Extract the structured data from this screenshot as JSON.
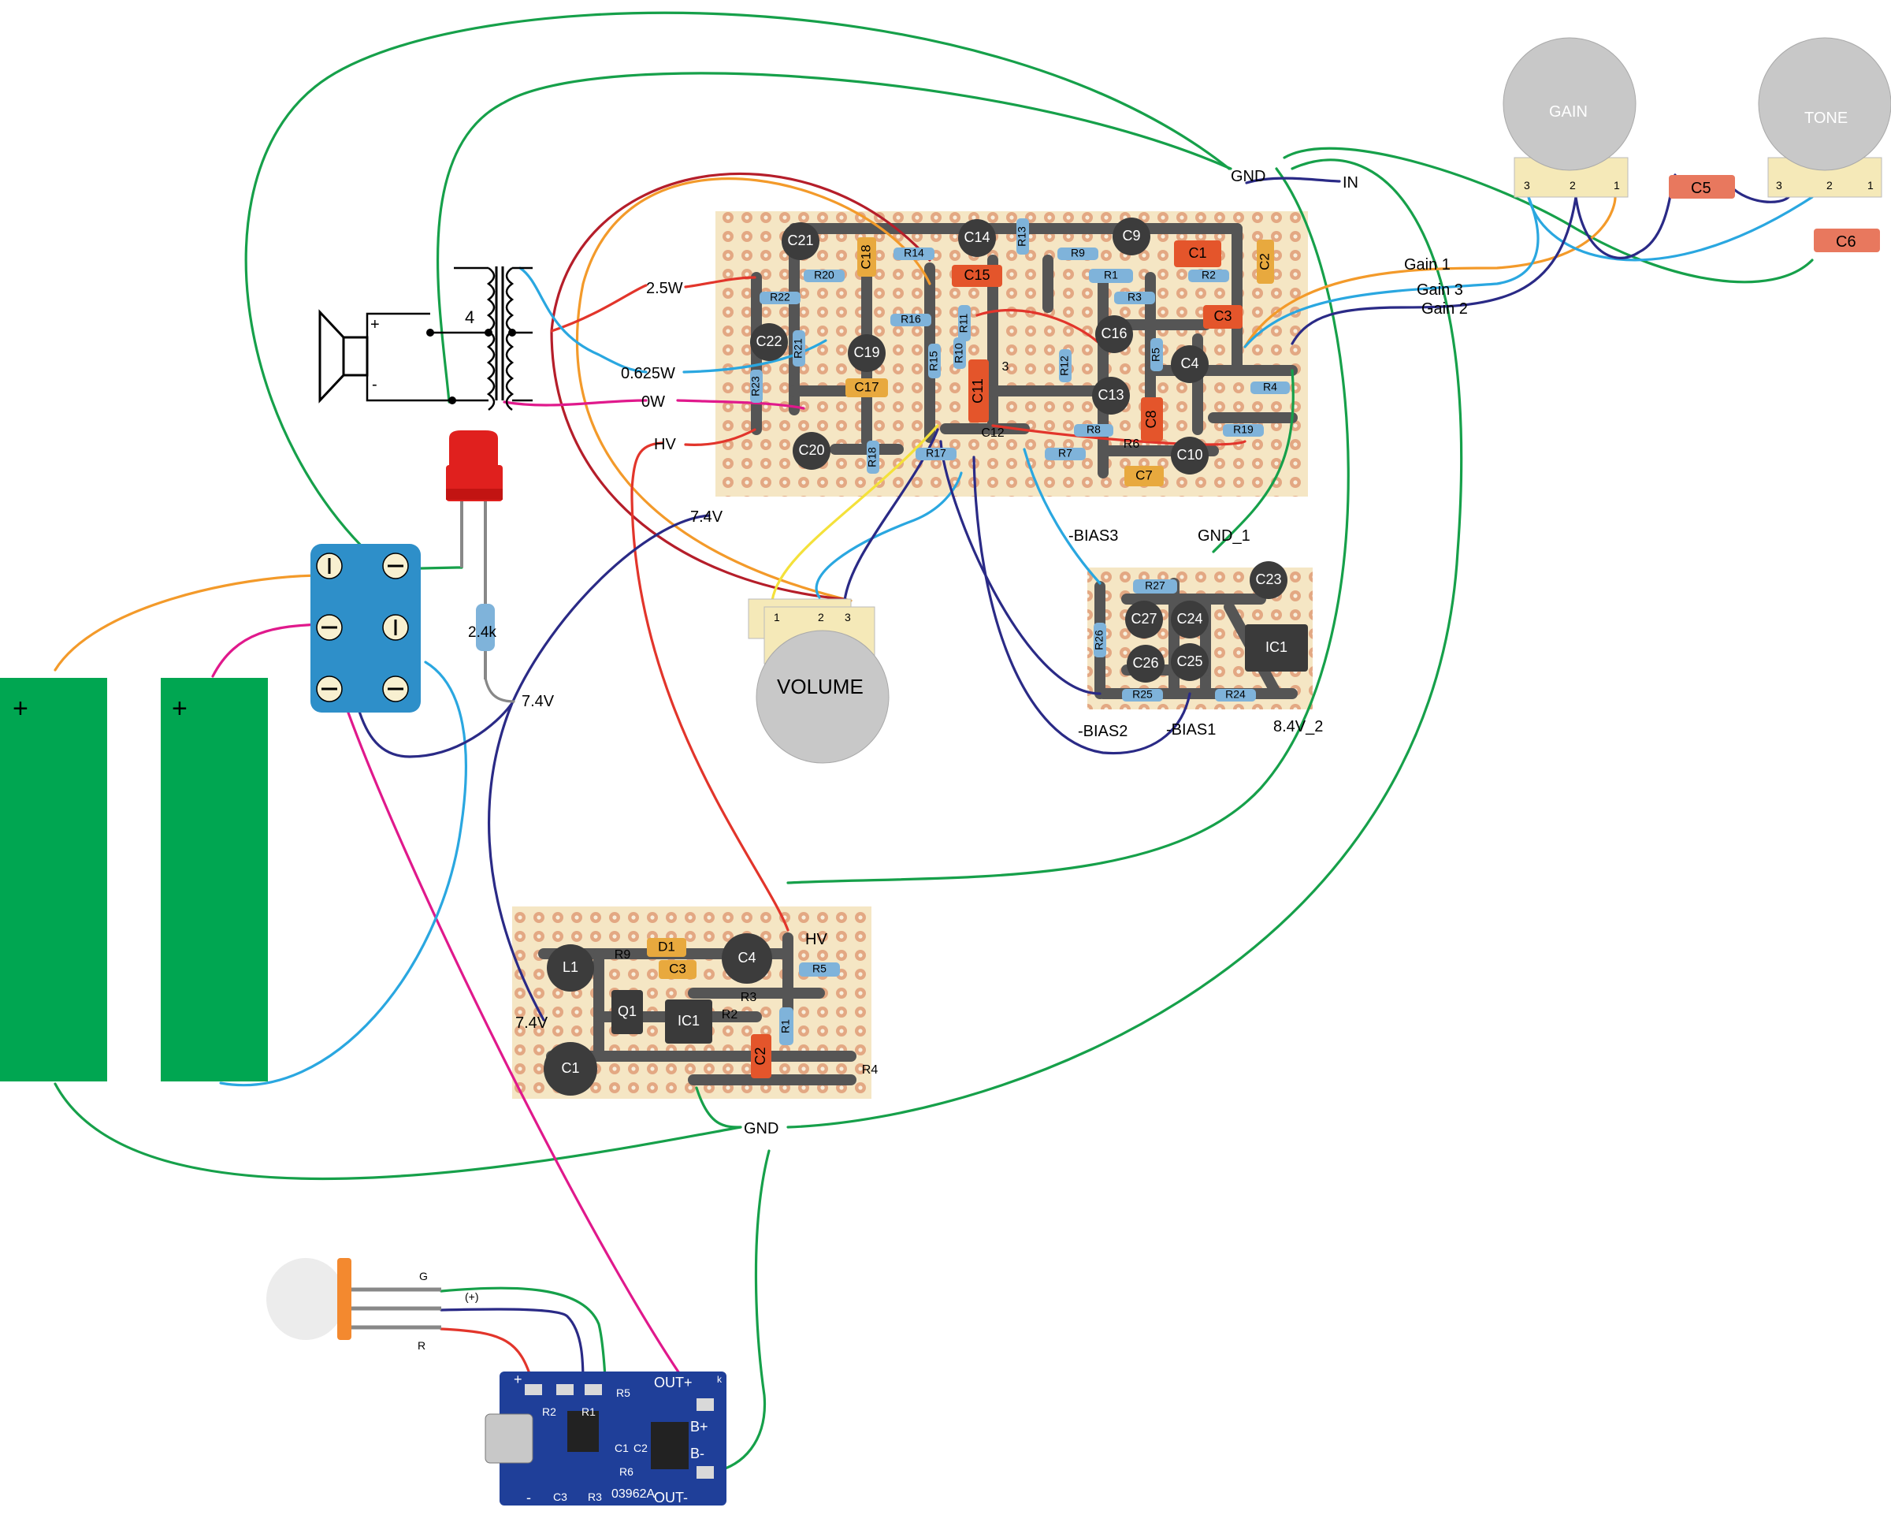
{
  "colors": {
    "wire_green": "#16a04a",
    "wire_orange": "#f39a2a",
    "wire_red": "#e2352b",
    "wire_darkred": "#b51e2a",
    "wire_magenta": "#e0198c",
    "wire_lightblue": "#2aa7e0",
    "wire_navy": "#2a2a86",
    "wire_yellow": "#f4e13a",
    "board": "#f5e6c4",
    "pad": "#e0a27e",
    "trace": "#555555",
    "cap_dark": "#3c3c3c",
    "resistor": "#7fb3da",
    "film_cap": "#e8a93e",
    "ceramic_cap": "#e4552b",
    "battery": "#00a651",
    "switch_blue": "#2e8fc9",
    "pot_grey": "#c8c8c8",
    "charger_pcb": "#1f3f99"
  },
  "diagram": {
    "pots": {
      "gain": "GAIN",
      "tone": "TONE",
      "volume": "VOLUME",
      "pin_numbers": [
        "3",
        "2",
        "1"
      ]
    },
    "transformer": {
      "ratio": "4",
      "plus": "+",
      "minus": "-"
    },
    "taps": [
      "2.5W",
      "0.625W",
      "0W",
      "HV"
    ],
    "net_labels": {
      "gnd_top": "GND",
      "in": "IN",
      "gain1": "Gain 1",
      "gain3": "Gain 3",
      "gain2": "Gain 2",
      "v74_a": "7.4V",
      "v74_b": "7.4V",
      "v74_c": "7.4V",
      "bias3": "-BIAS3",
      "bias2": "-BIAS2",
      "bias1": "-BIAS1",
      "gnd1": "GND_1",
      "v84_2": "8.4V_2",
      "hv_psu": "HV",
      "gnd_bottom": "GND"
    },
    "resistor_led": "2.4k",
    "battery_plus": "+",
    "main_board_parts": {
      "C21": "C21",
      "C14": "C14",
      "C9": "C9",
      "C1": "C1",
      "C2": "C2",
      "C18": "C18",
      "R14": "R14",
      "R13": "R13",
      "R9": "R9",
      "R20": "R20",
      "R22": "R22",
      "C15": "C15",
      "R1": "R1",
      "R2": "R2",
      "R3": "R3",
      "C3": "C3",
      "C22": "C22",
      "R16": "R16",
      "R11": "R11",
      "C16": "C16",
      "R21": "R21",
      "C19": "C19",
      "R15": "R15",
      "R10": "R10",
      "R12": "R12",
      "R5": "R5",
      "C4": "C4",
      "R23": "R23",
      "C17": "C17",
      "C11": "C11",
      "C13": "C13",
      "R4": "R4",
      "R18": "R18",
      "C12": "C12",
      "R8": "R8",
      "C8": "C8",
      "R19": "R19",
      "C20": "C20",
      "R17": "R17",
      "R7": "R7",
      "R6": "R6",
      "C10": "C10",
      "C7": "C7",
      "n3": "3"
    },
    "bias_board_parts": {
      "R27": "R27",
      "C23": "C23",
      "C27": "C27",
      "C24": "C24",
      "R26": "R26",
      "IC1": "IC1",
      "C26": "C26",
      "C25": "C25",
      "R25": "R25",
      "R24": "R24"
    },
    "psu_board_parts": {
      "D1": "D1",
      "R9": "R9",
      "C3": "C3",
      "C4": "C4",
      "L1": "L1",
      "R5": "R5",
      "Q1": "Q1",
      "R3": "R3",
      "IC1": "IC1",
      "R2": "R2",
      "R1": "R1",
      "C2": "C2",
      "R4": "R4",
      "C1": "C1"
    },
    "tone_caps": {
      "c5": "C5",
      "c6": "C6"
    },
    "led_rgb": {
      "g": "G",
      "plus": "(+)",
      "r": "R"
    },
    "charger": {
      "plus": "+",
      "minus": "-",
      "out_plus": "OUT+",
      "out_minus": "OUT-",
      "b_plus": "B+",
      "b_minus": "B-",
      "model": "03962A",
      "r2": "R2",
      "r1": "R1",
      "r5": "R5",
      "c1": "C1",
      "c2": "C2",
      "r6": "R6",
      "c3": "C3",
      "r3": "R3",
      "k": "k"
    }
  }
}
